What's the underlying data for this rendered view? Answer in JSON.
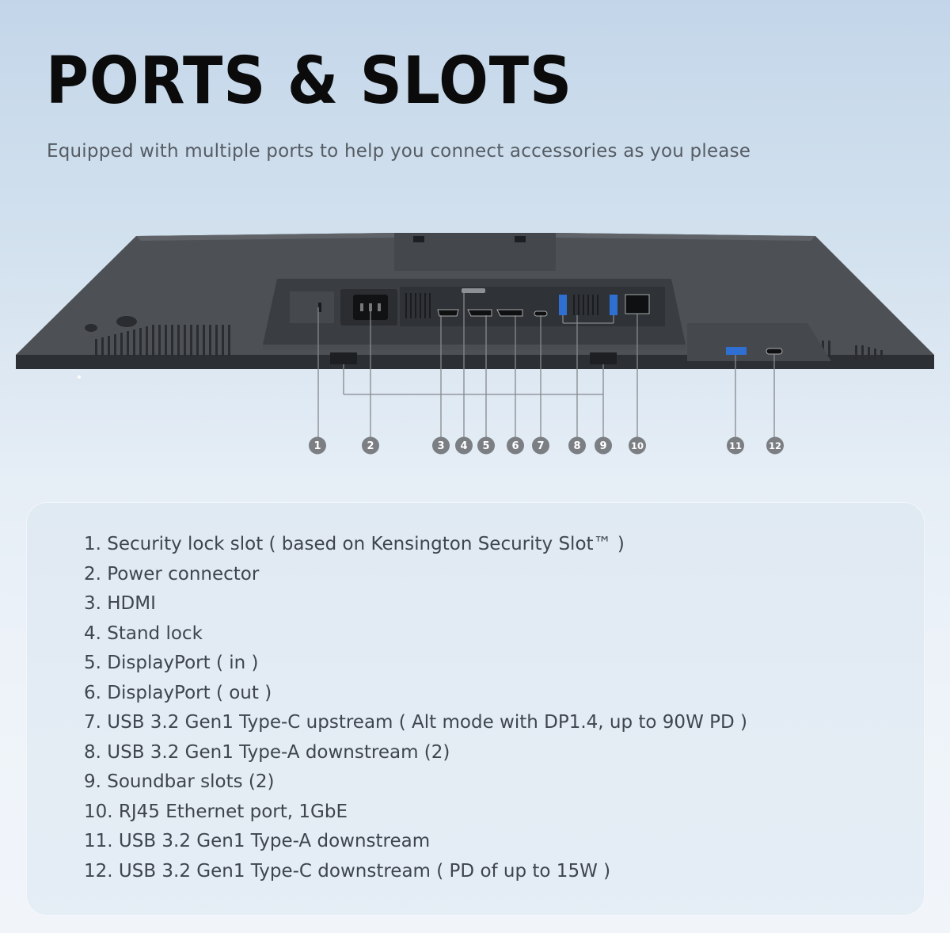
{
  "header": {
    "title": "PORTS & SLOTS",
    "subtitle": "Equipped with multiple ports to help you connect accessories as you please"
  },
  "callouts": [
    "1",
    "2",
    "3",
    "4",
    "5",
    "6",
    "7",
    "8",
    "9",
    "10",
    "11",
    "12"
  ],
  "specs": [
    "1. Security lock slot ( based on Kensington Security Slot™ )",
    "2. Power connector",
    "3. HDMI",
    "4. Stand lock",
    "5. DisplayPort ( in )",
    "6. DisplayPort ( out )",
    "7. USB 3.2 Gen1 Type-C upstream ( Alt mode with DP1.4, up to 90W PD )",
    "8. USB 3.2 Gen1 Type-A downstream (2)",
    "9. Soundbar slots (2)",
    "10. RJ45 Ethernet port, 1GbE",
    "11. USB 3.2 Gen1 Type-A downstream",
    "12. USB 3.2 Gen1 Type-C downstream ( PD of up to 15W )"
  ],
  "colors": {
    "monitor_body": "#4d5156",
    "bay": "#3a3d42",
    "badge": "#7b7f84",
    "usb_blue": "#2f6fd1"
  }
}
